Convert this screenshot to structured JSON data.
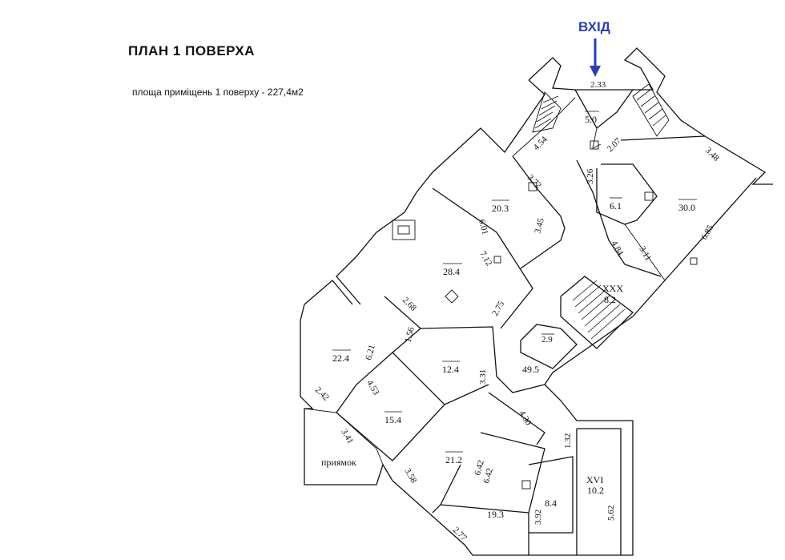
{
  "title": "ПЛАН 1 ПОВЕРХА",
  "subtitle": "площа приміщень 1 поверху - 227,4м2",
  "entrance_label": "ВХІД",
  "colors": {
    "entrance": "#2a3fb0",
    "walls": "#111111",
    "background": "#ffffff"
  },
  "rooms": {
    "vestibule": "5.0",
    "r20": "20.3",
    "r6": "6.1",
    "r30": "30.0",
    "r28": "28.4",
    "stair_label": "XXX",
    "stair_area": "8.2",
    "r2": "2.9",
    "r22": "22.4",
    "r12": "12.4",
    "hall": "49.5",
    "r15": "15.4",
    "r21": "21.2",
    "r19": "19.3",
    "r8": "8.4",
    "r16_label": "XVI",
    "r16_area": "10.2",
    "entry_room": "приямок"
  },
  "dimensions": {
    "d233": "2.33",
    "d454": "4.54",
    "d207": "2.07",
    "d348": "3.48",
    "d372": "3.72",
    "d326": "3.26",
    "d601": "6.01",
    "d345": "3.45",
    "d685": "6.85",
    "d484": "4.84",
    "d311": "3.11",
    "d712": "7.12",
    "d268": "2.68",
    "d275": "2.75",
    "d156": "1.56",
    "d621": "6.21",
    "d331": "3.31",
    "d453": "4.53",
    "d242": "2.42",
    "d430": "4.30",
    "d132": "1.32",
    "d341": "3.41",
    "d642a": "6.42",
    "d642b": "6.42",
    "d358": "3.58",
    "d392": "3.92",
    "d562": "5.62",
    "d277": "2.77"
  }
}
